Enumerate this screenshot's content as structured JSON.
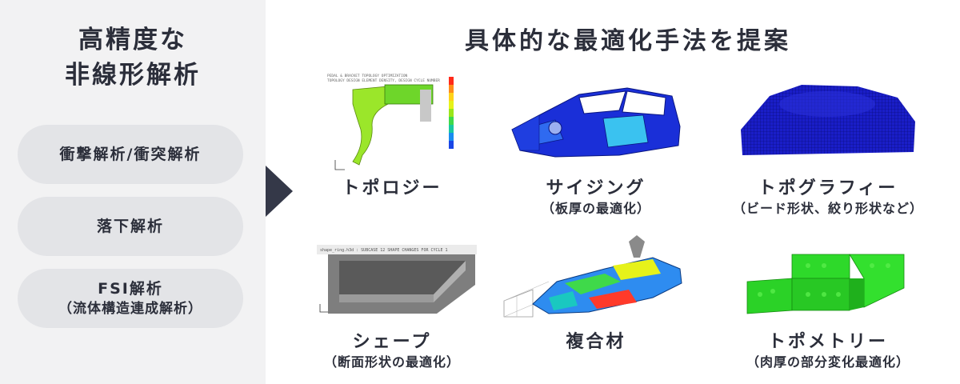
{
  "left": {
    "title_line1": "高精度な",
    "title_line2": "非線形解析",
    "items": [
      {
        "main": "衝撃解析/衝突解析",
        "sub": ""
      },
      {
        "main": "落下解析",
        "sub": ""
      },
      {
        "main": "FSI解析",
        "sub": "（流体構造連成解析）"
      }
    ]
  },
  "right": {
    "title": "具体的な最適化手法を提案",
    "methods": [
      {
        "main": "トポロジー",
        "sub": ""
      },
      {
        "main": "サイジング",
        "sub": "（板厚の最適化）"
      },
      {
        "main": "トポグラフィー",
        "sub": "（ビード形状、絞り形状など）"
      },
      {
        "main": "シェープ",
        "sub": "（断面形状の最適化）"
      },
      {
        "main": "複合材",
        "sub": ""
      },
      {
        "main": "トポメトリー",
        "sub": "（肉厚の部分変化最適化）"
      }
    ]
  },
  "thumbs": {
    "topology_header": "PEDAL & BRACKET TOPOLOGY OPTIMIZATION",
    "topology_subheader": "TOPOLOGY DESIGN ELEMENT DENSITY, DESIGN CYCLE NUMBER",
    "shape_header": "shape_ring.h3d  :  SUBCASE 12     SHAPE CHANGES FOR CYCLE   1"
  },
  "colors": {
    "accent": "#343848",
    "panel": "#f2f2f3",
    "pill": "#e3e4e7"
  }
}
